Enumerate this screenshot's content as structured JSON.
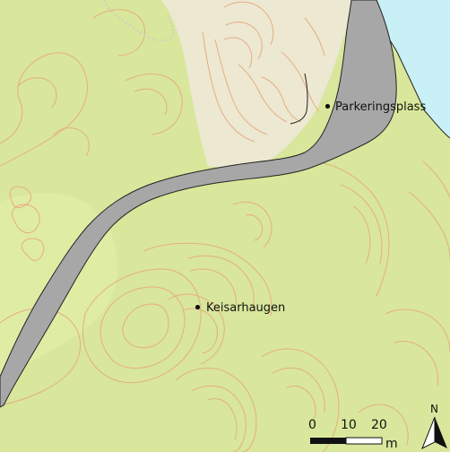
{
  "map": {
    "places": [
      {
        "name": "Parkeringsplass"
      },
      {
        "name": "Keisarhaugen"
      }
    ],
    "scale_bar": {
      "ticks": [
        "0",
        "10",
        "20"
      ],
      "unit": "m"
    },
    "north_arrow": {
      "label": "N"
    },
    "colors": {
      "vegetation": "#d8e79b",
      "open_area": "#ece8d2",
      "road": "#a7a7a7",
      "water": "#c8f0f6",
      "contour": "#e7aa7e",
      "outline": "#222222"
    }
  }
}
